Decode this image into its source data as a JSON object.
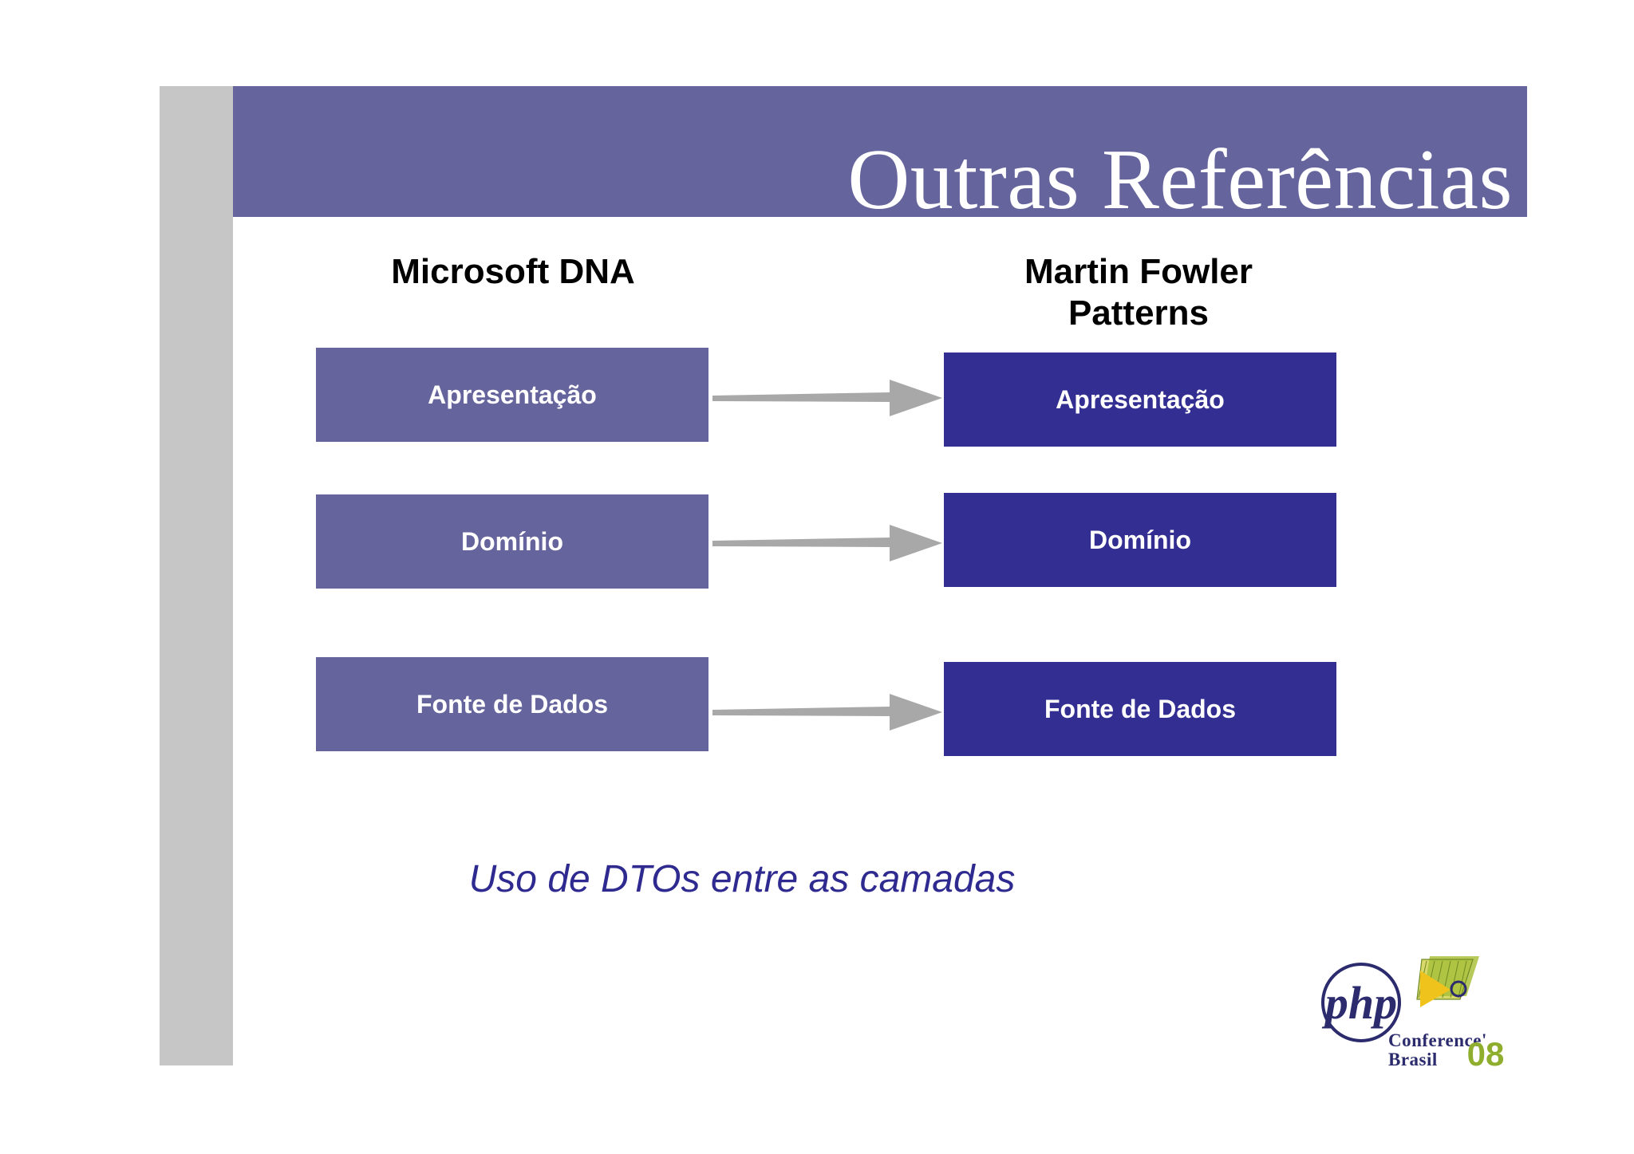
{
  "slide": {
    "title": "Outras Referências",
    "caption": "Uso de DTOs entre as camadas",
    "colors": {
      "header_band": "#66649d",
      "left_bar": "#c6c6c6",
      "box_left": "#66649d",
      "box_right": "#332e91",
      "arrow": "#a8a8a8",
      "caption_text": "#2e2a8f",
      "heading_text": "#000000",
      "title_text": "#ffffff"
    }
  },
  "columns": {
    "left_heading": "Microsoft DNA",
    "right_heading": "Martin Fowler\nPatterns"
  },
  "rows": [
    {
      "left_label": "Apresentação",
      "right_label": "Apresentação",
      "arrow": "arrow-right"
    },
    {
      "left_label": "Domínio",
      "right_label": "Domínio",
      "arrow": "arrow-right"
    },
    {
      "left_label": "Fonte de Dados",
      "right_label": "Fonte de Dados",
      "arrow": "arrow-right"
    }
  ],
  "logo": {
    "wordmark": "php",
    "line1": "Conference'",
    "line2": "Brasil",
    "year": "08"
  }
}
